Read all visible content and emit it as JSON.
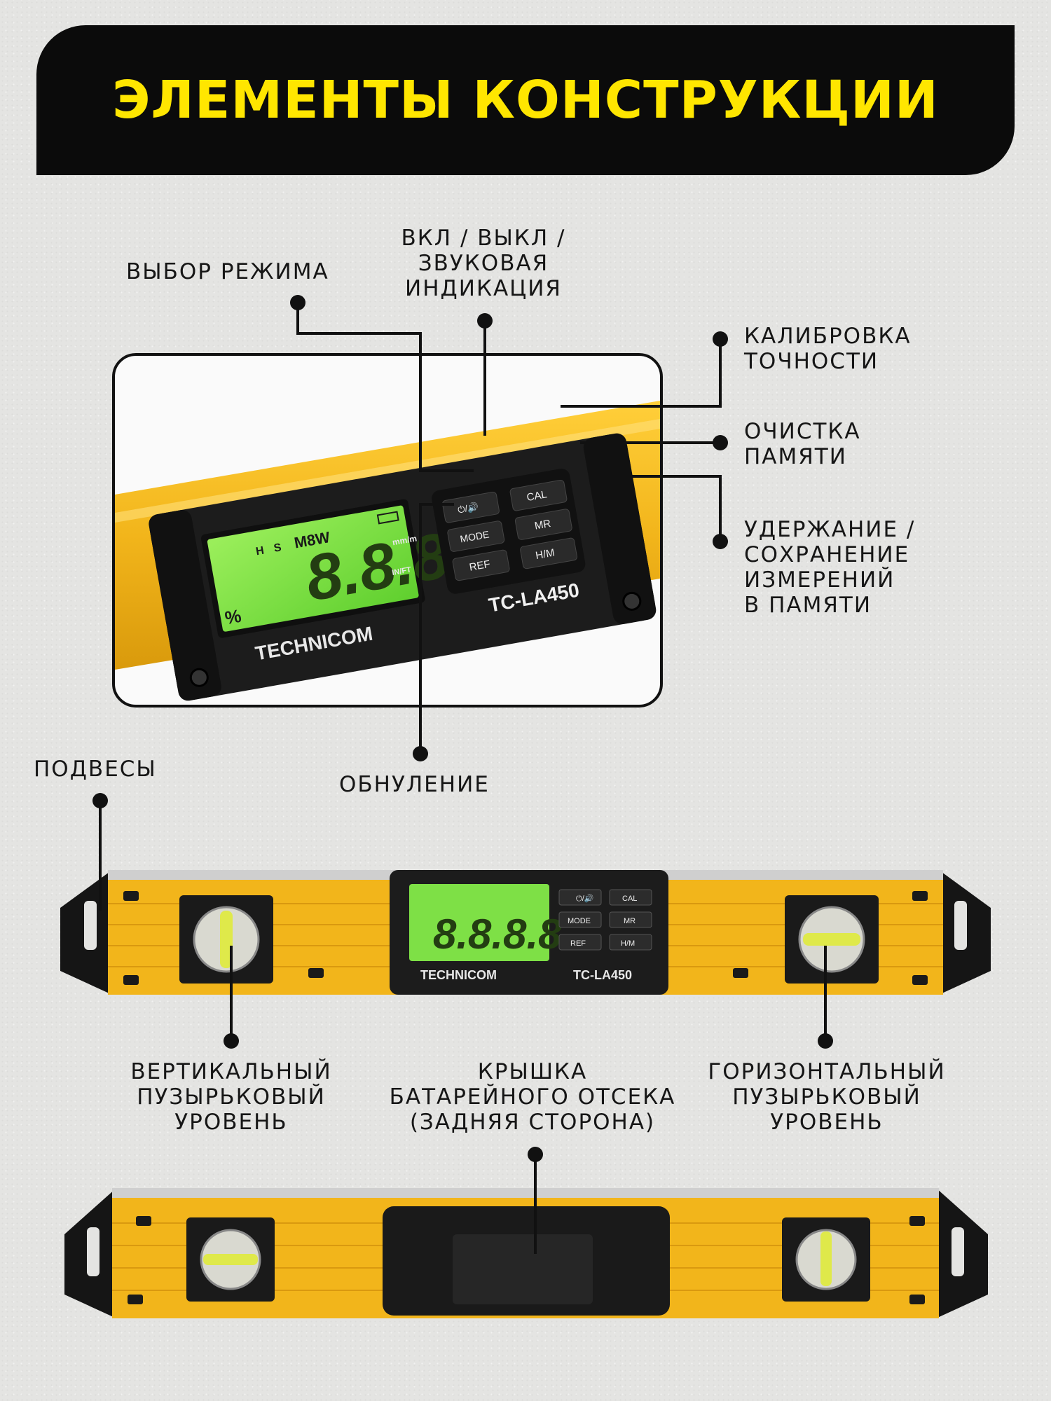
{
  "title": "ЭЛЕМЕНТЫ КОНСТРУКЦИИ",
  "labels": {
    "mode": "ВЫБОР РЕЖИМА",
    "power": "ВКЛ / ВЫКЛ /\nЗВУКОВАЯ\nИНДИКАЦИЯ",
    "calibration": "КАЛИБРОВКА\nТОЧНОСТИ",
    "memory_clear": "ОЧИСТКА\nПАМЯТИ",
    "hold": "УДЕРЖАНИЕ /\nСОХРАНЕНИЕ\nИЗМЕРЕНИЙ\nВ ПАМЯТИ",
    "zero": "ОБНУЛЕНИЕ",
    "hangers": "ПОДВЕСЫ",
    "vertical_vial": "ВЕРТИКАЛЬНЫЙ\nПУЗЫРЬКОВЫЙ\nУРОВЕНЬ",
    "battery": "КРЫШКА\nБАТАРЕЙНОГО ОТСЕКА\n(ЗАДНЯЯ СТОРОНА)",
    "horizontal_vial": "ГОРИЗОНТАЛЬНЫЙ\nПУЗЫРЬКОВЫЙ\nУРОВЕНЬ"
  },
  "device": {
    "brand": "TECHNICOM",
    "model": "TC-LA450",
    "display_digits": "8.8.8.8",
    "display_mem": "M8W",
    "display_h": "H",
    "display_s": "S",
    "unit_pct": "%",
    "unit_mm": "mm/m",
    "unit_in": "IN/FT",
    "buttons": {
      "power": "⏻/🔊",
      "cal": "CAL",
      "mode": "MODE",
      "mr": "MR",
      "ref": "REF",
      "hm": "H/M"
    }
  },
  "colors": {
    "banner_bg": "#0b0b0b",
    "banner_text": "#ffe600",
    "level_yellow": "#f2b51b",
    "lcd_green": "#7ee046"
  }
}
